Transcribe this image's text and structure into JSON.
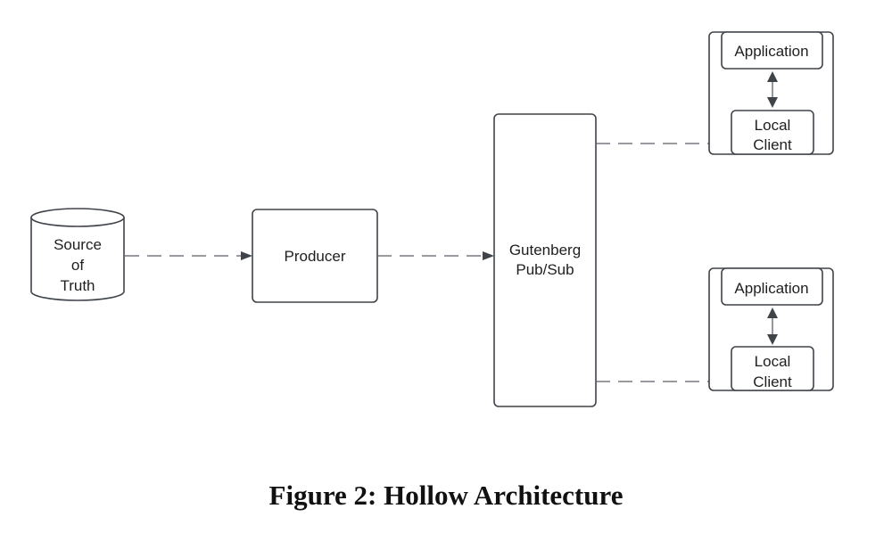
{
  "diagram": {
    "nodes": {
      "source": {
        "lines": [
          "Source",
          "of",
          "Truth"
        ],
        "shape": "cylinder"
      },
      "producer": {
        "label": "Producer"
      },
      "pubsub": {
        "lines": [
          "Gutenberg",
          "Pub/Sub"
        ]
      },
      "consumer_top": {
        "application": "Application",
        "client_lines": [
          "Local",
          "Client"
        ]
      },
      "consumer_bottom": {
        "application": "Application",
        "client_lines": [
          "Local",
          "Client"
        ]
      }
    },
    "edges": [
      {
        "from": "source",
        "to": "producer",
        "style": "dashed"
      },
      {
        "from": "producer",
        "to": "pubsub",
        "style": "dashed"
      },
      {
        "from": "pubsub",
        "to": "consumer_top.client",
        "style": "dashed"
      },
      {
        "from": "pubsub",
        "to": "consumer_bottom.client",
        "style": "dashed"
      },
      {
        "from": "consumer_top.application",
        "to": "consumer_top.client",
        "style": "bidirectional"
      },
      {
        "from": "consumer_bottom.application",
        "to": "consumer_bottom.client",
        "style": "bidirectional"
      }
    ]
  },
  "caption": "Figure 2: Hollow Architecture"
}
